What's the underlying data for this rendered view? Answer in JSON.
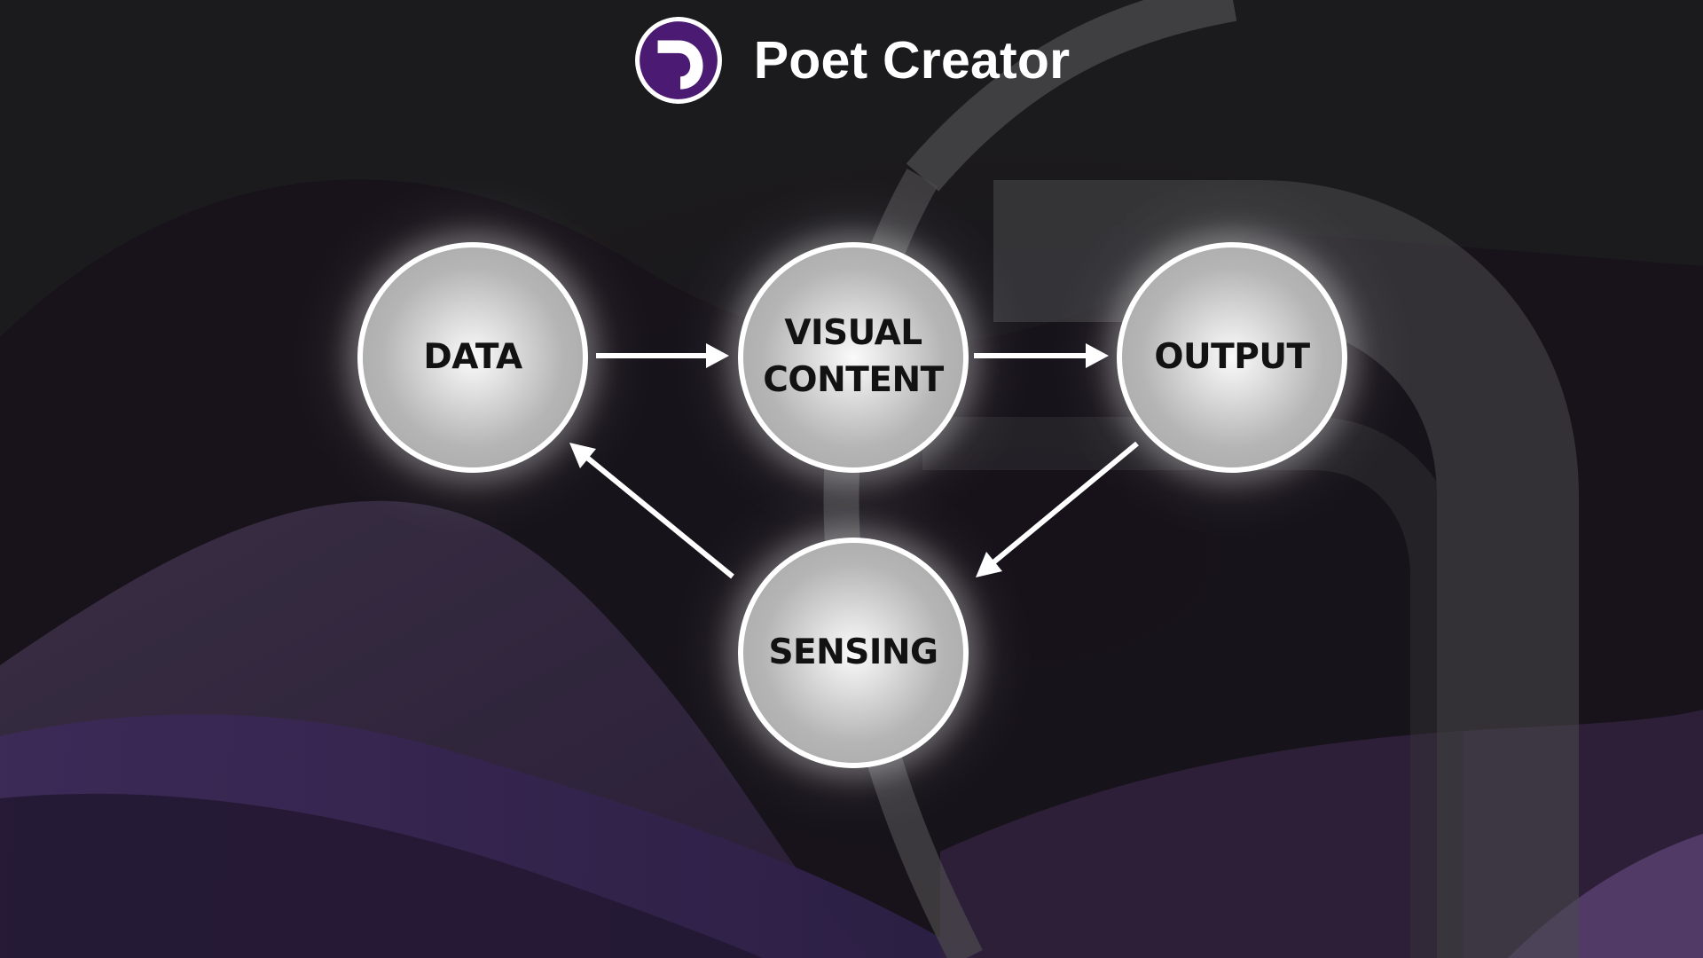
{
  "header": {
    "title": "Poet Creator",
    "logo_icon": "poet-creator-logo-icon"
  },
  "diagram": {
    "nodes": {
      "data": "DATA",
      "visual_content_line1": "VISUAL",
      "visual_content_line2": "CONTENT",
      "output": "OUTPUT",
      "sensing": "SENSING"
    },
    "edges": [
      {
        "from": "DATA",
        "to": "VISUAL CONTENT"
      },
      {
        "from": "VISUAL CONTENT",
        "to": "OUTPUT"
      },
      {
        "from": "OUTPUT",
        "to": "SENSING"
      },
      {
        "from": "SENSING",
        "to": "DATA"
      }
    ]
  },
  "colors": {
    "background": "#1b1a1c",
    "accent_purple": "#4b1b74",
    "node_fill": "#b5b5b5",
    "node_border": "#ffffff",
    "arrow": "#ffffff"
  }
}
